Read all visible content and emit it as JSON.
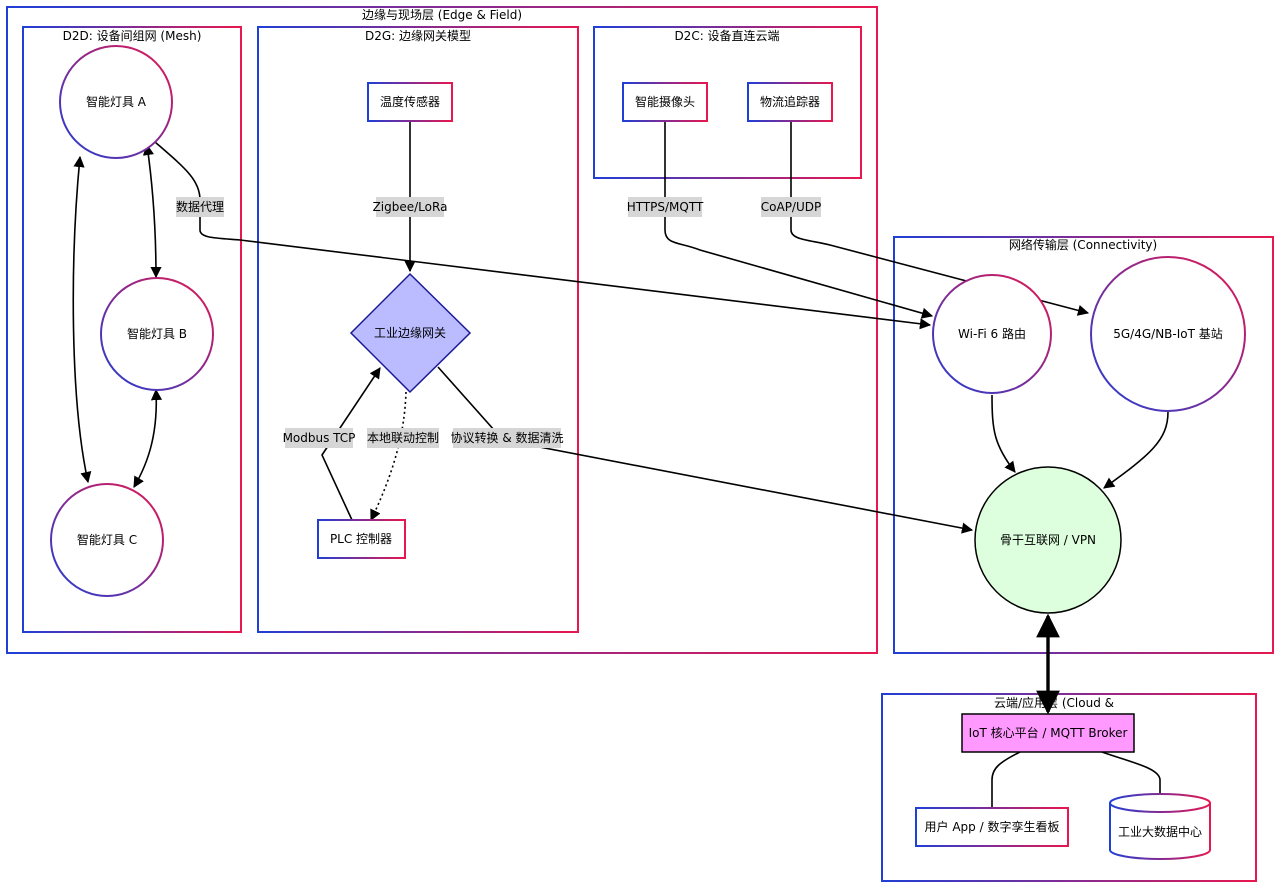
{
  "groups": {
    "edge_field": "边缘与现场层 (Edge & Field)",
    "d2d": "D2D: 设备间组网 (Mesh)",
    "d2g": "D2G: 边缘网关模型",
    "d2c": "D2C: 设备直连云端",
    "connectivity": "网络传输层 (Connectivity)",
    "cloud": "云端/应用层 (Cloud &"
  },
  "nodes": {
    "lamp_a": "智能灯具 A",
    "lamp_b": "智能灯具 B",
    "lamp_c": "智能灯具 C",
    "temp_sensor": "温度传感器",
    "gateway": "工业边缘网关",
    "plc": "PLC 控制器",
    "camera": "智能摄像头",
    "tracker": "物流追踪器",
    "wifi": "Wi-Fi 6 路由",
    "cellular": "5G/4G/NB-IoT 基站",
    "backbone": "骨干互联网 / VPN",
    "iot_platform": "IoT 核心平台 / MQTT Broker",
    "user_app": "用户 App / 数字孪生看板",
    "bigdata": "工业大数据中心"
  },
  "edge_labels": {
    "data_proxy": "数据代理",
    "zigbee": "Zigbee/LoRa",
    "modbus": "Modbus TCP",
    "local_link": "本地联动控制",
    "protocol": "协议转换 & 数据清洗",
    "https": "HTTPS/MQTT",
    "coap": "CoAP/UDP"
  },
  "colors": {
    "border_start": "#1f3fd6",
    "border_end": "#e8174f",
    "gateway_fill": "#bbbbff",
    "backbone_fill": "#ddffdd",
    "platform_fill": "#ff99ff",
    "edge_label_bg": "#d6d6d6"
  }
}
